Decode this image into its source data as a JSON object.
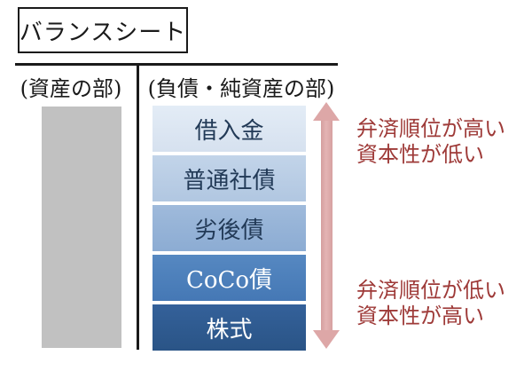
{
  "title": "バランスシート",
  "assets_section": {
    "header": "(資産の部)"
  },
  "liabilities_section": {
    "header": "(負債・純資産の部)",
    "layers": [
      {
        "label": "借入金",
        "bg": "#dbe5f1",
        "text_color": "#223a57"
      },
      {
        "label": "普通社債",
        "bg": "#b8cce4",
        "text_color": "#223a57"
      },
      {
        "label": "劣後債",
        "bg": "#95b3d7",
        "text_color": "#223a57"
      },
      {
        "label": "CoCo債",
        "bg": "#4a7ebb",
        "text_color": "#ffffff"
      },
      {
        "label": "株式",
        "bg": "#2e5a8e",
        "text_color": "#ffffff"
      }
    ]
  },
  "arrow": {
    "description": "vertical double-headed arrow spanning the liability stack",
    "color": "#dda7a7"
  },
  "annotations": {
    "color": "#9e3a38",
    "top": {
      "line1": "弁済順位が高い",
      "line2": "資本性が低い"
    },
    "bottom": {
      "line1": "弁済順位が低い",
      "line2": "資本性が高い"
    }
  },
  "colors": {
    "assets_box": "#c1c1c1",
    "rules": "#1a1a1a",
    "background": "#ffffff"
  }
}
